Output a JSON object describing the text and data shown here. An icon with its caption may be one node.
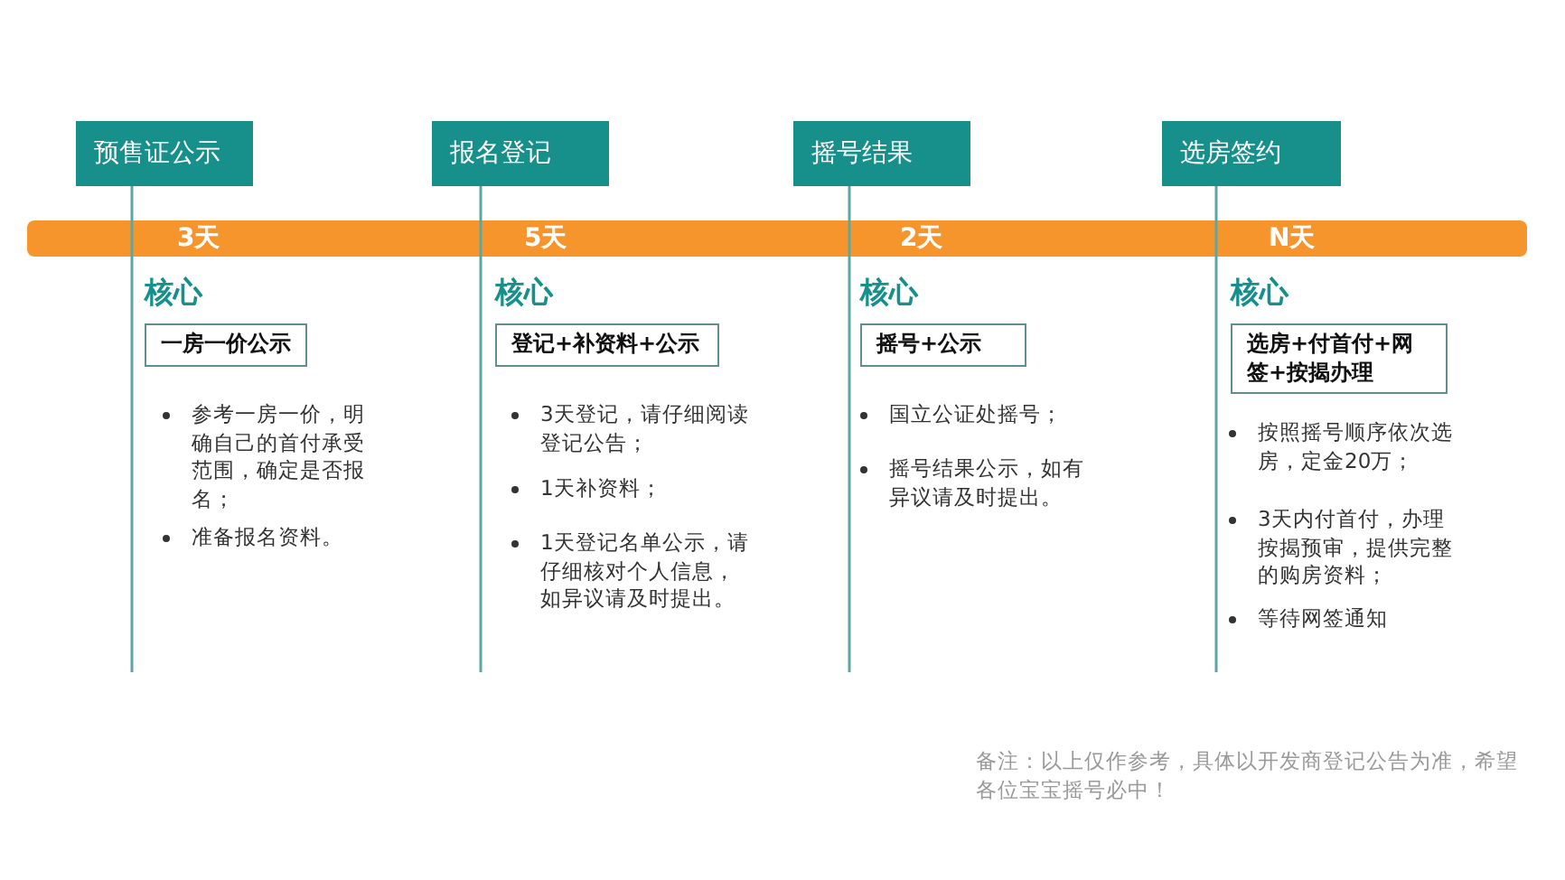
{
  "diagram": {
    "nodes": [
      {
        "text": [
          "预售证公示"
        ]
      },
      {
        "text": [
          "报名登记"
        ]
      },
      {
        "text": [
          "摇号结果"
        ]
      },
      {
        "text": [
          "选房签约"
        ]
      },
      {
        "text": [
          "3天",
          "5天",
          "2天",
          "N天"
        ]
      },
      {
        "text": [
          "核心",
          "一房一价公示"
        ]
      },
      {
        "text": [
          "核心",
          "登记+补资料+公示"
        ]
      },
      {
        "text": [
          "核心",
          "摇号+公示"
        ]
      },
      {
        "text": [
          "核心",
          "选房+付首付+网签+按揭办理"
        ]
      }
    ],
    "edges": [
      {
        "from": 0,
        "to": null,
        "arrow": "none"
      },
      {
        "from": 1,
        "to": null,
        "arrow": "none"
      },
      {
        "from": 2,
        "to": null,
        "arrow": "none"
      },
      {
        "from": 3,
        "to": null,
        "arrow": "none"
      }
    ],
    "labels": [
      "参考一房一价，明确自己的首付承受范围，确定是否报名；",
      "准备报名资料。",
      "3天登记，请仔细阅读登记公告；",
      "1天补资料；",
      "1天登记名单公示，请仔细核对个人信息，如异议请及时提出。",
      "国立公证处摇号；",
      "摇号结果公示，如有异议请及时提出。",
      "按照摇号顺序依次选房，定金20万；",
      "3天内付首付，办理按揭预审，提供完整的购房资料；",
      "等待网签通知",
      "备注：以上仅作参考，具体以开发商登记公告为准，希望各位宝宝摇号必中！"
    ]
  }
}
